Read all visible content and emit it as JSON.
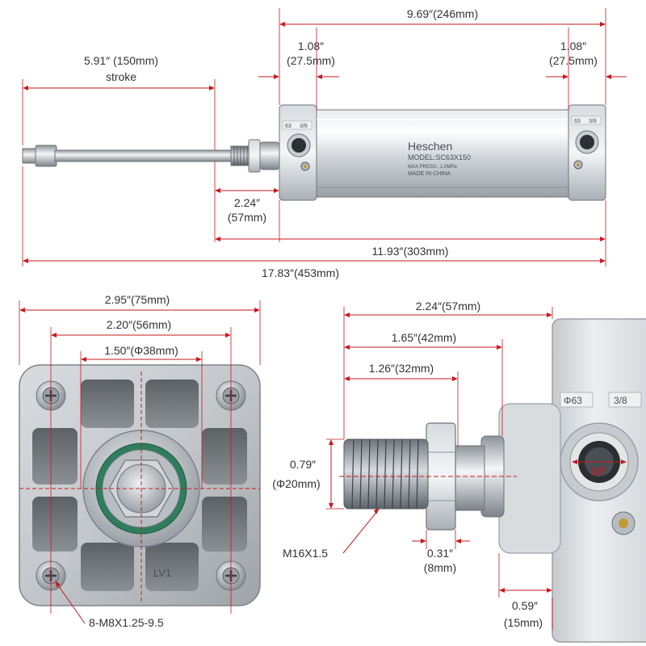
{
  "brand": {
    "name": "Heschen",
    "model": "MODEL:SC63X150",
    "pressure": "MAX.PRESS.: 1.0MPa",
    "origin": "MADE IN CHINA"
  },
  "cylinder_marks": {
    "bore_left": "63",
    "port_left": "3/8",
    "bore_right": "63",
    "port_right": "3/8"
  },
  "side_view": {
    "body_length": "9.69″(246mm)",
    "rear_cap_top": "1.08″",
    "rear_cap_bottom": "(27.5mm)",
    "front_cap_top": "1.08″",
    "front_cap_bottom": "(27.5mm)",
    "stroke_top": "5.91″ (150mm)",
    "stroke_bottom": "stroke",
    "rod_extension_top": "2.24″",
    "rod_extension_bottom": "(57mm)",
    "overall_body": "11.93″(303mm)",
    "overall_total": "17.83″(453mm)"
  },
  "end_view": {
    "width_outer": "2.95″(75mm)",
    "bolt_spacing": "2.20″(56mm)",
    "boss_diameter": "1.50″(Φ38mm)",
    "cast_mark": "LV1",
    "screws": "8-M8X1.25-9.5"
  },
  "rod_detail": {
    "rod_total": "2.24″(57mm)",
    "rod_42": "1.65″(42mm)",
    "thread_length": "1.26″(32mm)",
    "rod_dia_top": "0.79″",
    "rod_dia_bottom": "(Φ20mm)",
    "thread": "M16X1.5",
    "nut_top": "0.31″",
    "nut_bottom": "(8mm)",
    "step_top": "0.59″",
    "step_bottom": "(15mm)",
    "bore_mark": "Φ63",
    "port_mark": "3/8",
    "port_label": "3/8″"
  }
}
